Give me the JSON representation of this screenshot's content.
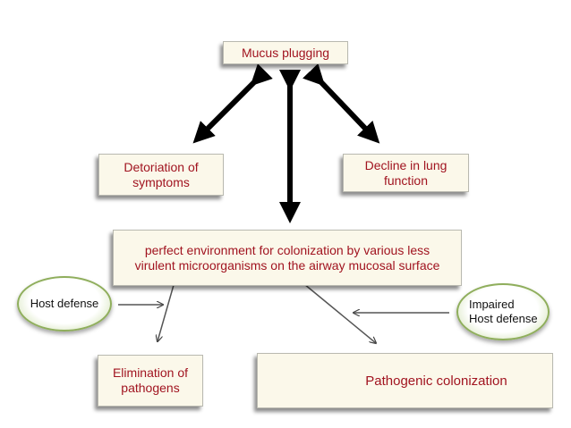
{
  "diagram": {
    "top": "Mucus plugging",
    "left_mid": "Detoriation of symptoms",
    "right_mid": "Decline in lung function",
    "center": "perfect environment for colonization by various less virulent microorganisms on the airway mucosal surface",
    "host_defense": "Host defense",
    "impaired": "Impaired",
    "impaired_host_defense": "Host defense",
    "elimination": "Elimination of pathogens",
    "pathogenic": "Pathogenic colonization"
  },
  "colors": {
    "box_text": "#a11420",
    "box_fill": "#fbf8ea",
    "oval_border": "#8fae5c"
  }
}
